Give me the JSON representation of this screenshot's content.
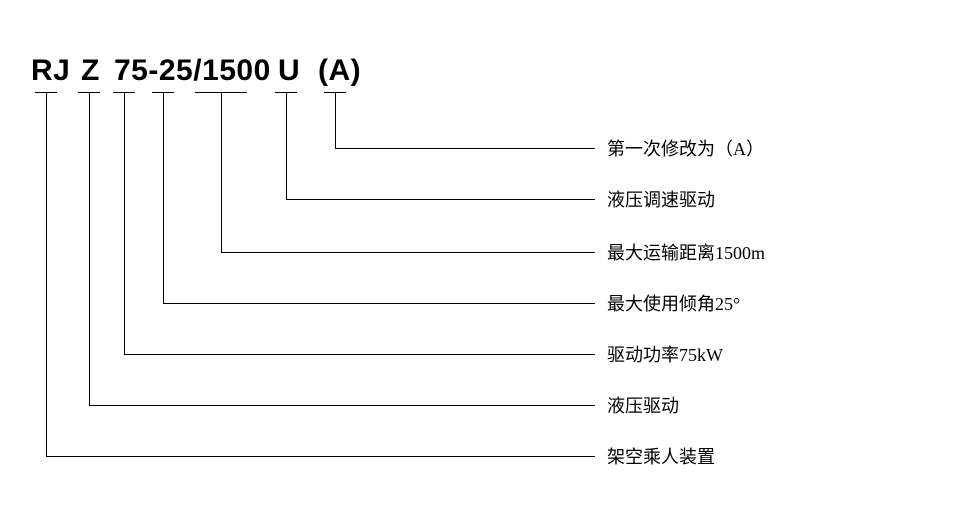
{
  "diagram": {
    "title_code": {
      "full": "RJ Z 75-25/1500 U (A)",
      "segments": {
        "series": "RJ",
        "drive": "Z",
        "spec": "75-25/1500",
        "speed_control": "U",
        "revision": "(A)"
      }
    },
    "legend_items": [
      {
        "code_part": "(A)",
        "label": "第一次修改为（A）"
      },
      {
        "code_part": "U",
        "label": "液压调速驱动"
      },
      {
        "code_part": "1500",
        "label": "最大运输距离1500m"
      },
      {
        "code_part": "25",
        "label": "最大使用倾角25°"
      },
      {
        "code_part": "75",
        "label": "驱动功率75kW"
      },
      {
        "code_part": "Z",
        "label": "液压驱动"
      },
      {
        "code_part": "RJ",
        "label": "架空乘人装置"
      }
    ],
    "colors": {
      "background": "#ffffff",
      "line": "#000000",
      "text": "#000000"
    }
  }
}
